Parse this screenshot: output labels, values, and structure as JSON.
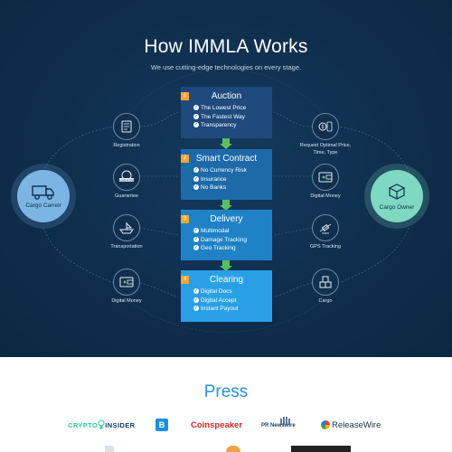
{
  "works": {
    "title": "How IMMLA Works",
    "subtitle": "We use cutting-edge technologies on every stage.",
    "stages": [
      {
        "num": "1",
        "name": "Auction",
        "items": [
          "The Lowest Price",
          "The Fastest Way",
          "Transparency"
        ]
      },
      {
        "num": "2",
        "name": "Smart Contract",
        "items": [
          "No Currency Risk",
          "Insurance",
          "No Banks"
        ]
      },
      {
        "num": "3",
        "name": "Delivery",
        "items": [
          "Multimodal",
          "Damage Tracking",
          "Geo Tracking"
        ]
      },
      {
        "num": "4",
        "name": "Clearing",
        "items": [
          "Digital Docs",
          "Digital Accept",
          "Instant Payout"
        ]
      }
    ],
    "left_nodes": [
      {
        "label": "Registration",
        "icon": "registration-icon"
      },
      {
        "label": "Guarantee",
        "icon": "guarantee-icon"
      },
      {
        "label": "Transportation",
        "icon": "ship-icon"
      },
      {
        "label": "Digital Money",
        "icon": "wallet-icon"
      }
    ],
    "right_nodes": [
      {
        "label": "Request Optimal Price,",
        "label2": "Time, Type",
        "icon": "request-price-icon"
      },
      {
        "label": "Digital Money",
        "icon": "wallet-icon"
      },
      {
        "label": "GPS Tracking",
        "icon": "satellite-icon"
      },
      {
        "label": "Cargo",
        "icon": "boxes-icon"
      }
    ],
    "carrier_label": "Cargo Carreir",
    "owner_label": "Cargo Owner",
    "guarantee_badge": "GUARANTEE",
    "colors": {
      "background": "#0f2e4d",
      "accent_orange": "#f3a73b",
      "arrow_green": "#59c060"
    }
  },
  "press": {
    "title": "Press",
    "logos": {
      "crypto_a": "CRYPTO",
      "crypto_b": "INSIDER",
      "btc": "B",
      "coinspeaker": "Coinspeaker",
      "prnewswire": "PR Newswire",
      "releasewire": "ReleaseWire"
    }
  }
}
